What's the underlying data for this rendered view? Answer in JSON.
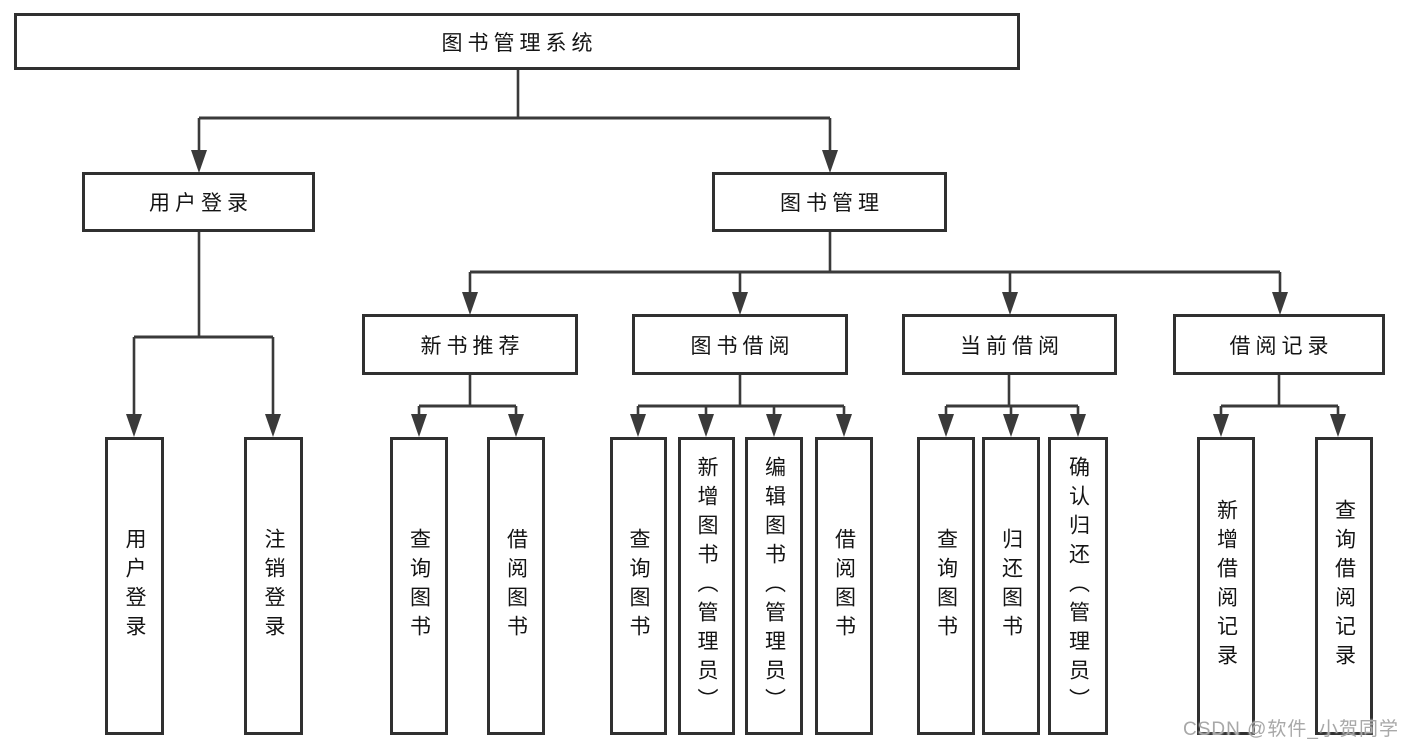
{
  "diagram_type": "hierarchy-tree",
  "tree": {
    "root": {
      "label": "图书管理系统"
    },
    "children": [
      {
        "label": "用户登录",
        "children": [
          {
            "label": "用户登录"
          },
          {
            "label": "注销登录"
          }
        ]
      },
      {
        "label": "图书管理",
        "children": [
          {
            "label": "新书推荐",
            "children": [
              {
                "label": "查询图书"
              },
              {
                "label": "借阅图书"
              }
            ]
          },
          {
            "label": "图书借阅",
            "children": [
              {
                "label": "查询图书"
              },
              {
                "label": "新增图书（管理员）"
              },
              {
                "label": "编辑图书（管理员）"
              },
              {
                "label": "借阅图书"
              }
            ]
          },
          {
            "label": "当前借阅",
            "children": [
              {
                "label": "查询图书"
              },
              {
                "label": "归还图书"
              },
              {
                "label": "确认归还（管理员）"
              }
            ]
          },
          {
            "label": "借阅记录",
            "children": [
              {
                "label": "新增借阅记录"
              },
              {
                "label": "查询借阅记录"
              }
            ]
          }
        ]
      }
    ]
  },
  "watermark": "CSDN @软件_小贺同学",
  "colors": {
    "line": "#3a3a3a",
    "box_border": "#303030",
    "box_fill": "#ffffff",
    "text": "#141414",
    "watermark": "#a8a8a8",
    "background": "#ffffff"
  }
}
